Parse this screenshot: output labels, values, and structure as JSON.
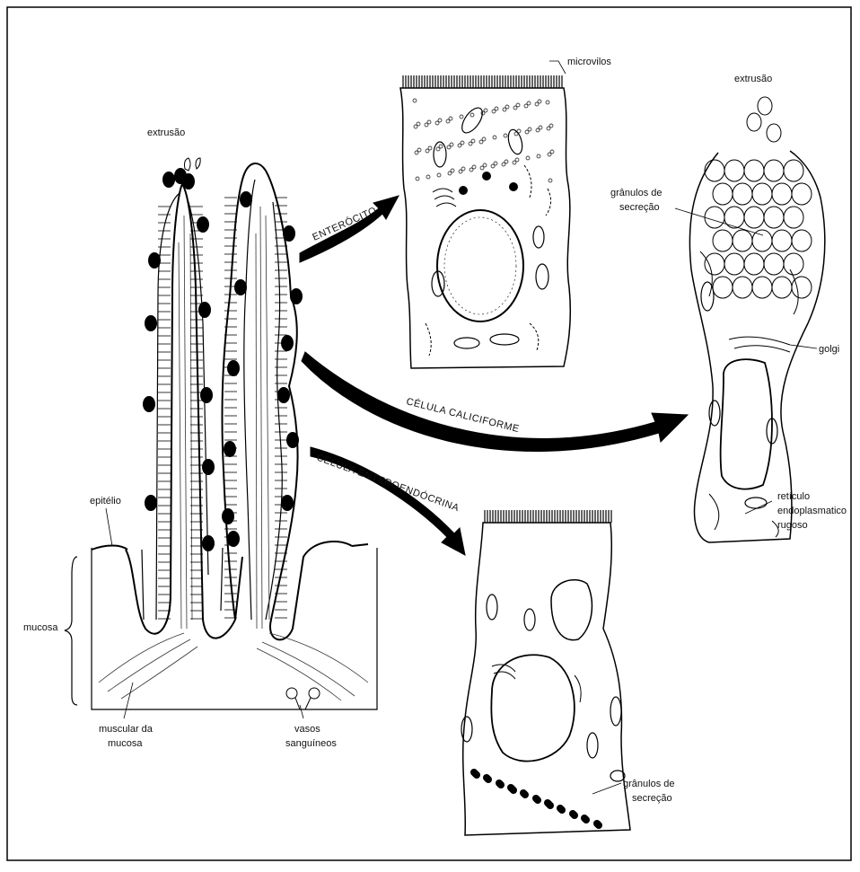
{
  "labels": {
    "extrusao_left": "extrusão",
    "epitelio": "epitélio",
    "mucosa": "mucosa",
    "muscular_line1": "muscular da",
    "muscular_line2": "mucosa",
    "vasos_line1": "vasos",
    "vasos_line2": "sanguíneos",
    "microvilos": "microvilos",
    "extrusao_right": "extrusão",
    "granulos_top_line1": "grânulos de",
    "granulos_top_line2": "secreção",
    "golgi": "golgi",
    "reticulo_line1": "retículo",
    "reticulo_line2": "endoplasmatico",
    "reticulo_line3": "rugoso",
    "granulos_bottom_line1": "grânulos de",
    "granulos_bottom_line2": "secreção"
  },
  "arrows": {
    "enterocito": "ENTERÓCITO",
    "caliciforme": "CÉLULA CALICIFORME",
    "enteroendocrina": "CÉLULA ENTEROENDÓCRINA"
  }
}
